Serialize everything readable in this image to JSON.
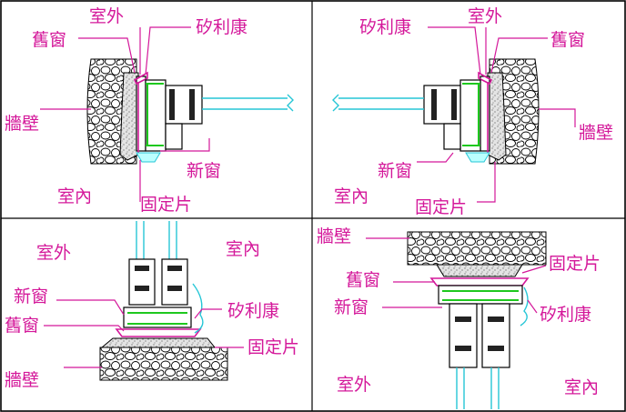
{
  "panels": [
    {
      "id": "top-left",
      "labels": {
        "outdoor": "室外",
        "indoor": "室內",
        "old_window": "舊窗",
        "wall": "牆壁",
        "silicone": "矽利康",
        "new_window": "新窗",
        "fixing_piece": "固定片"
      }
    },
    {
      "id": "top-right",
      "labels": {
        "outdoor": "室外",
        "indoor": "室內",
        "old_window": "舊窗",
        "wall": "牆壁",
        "silicone": "矽利康",
        "new_window": "新窗",
        "fixing_piece": "固定片"
      }
    },
    {
      "id": "bottom-left",
      "labels": {
        "outdoor": "室外",
        "indoor": "室內",
        "old_window": "舊窗",
        "wall": "牆壁",
        "silicone": "矽利康",
        "new_window": "新窗",
        "fixing_piece": "固定片"
      }
    },
    {
      "id": "bottom-right",
      "labels": {
        "outdoor": "室外",
        "indoor": "室內",
        "old_window": "舊窗",
        "wall": "牆壁",
        "silicone": "矽利康",
        "new_window": "新窗",
        "fixing_piece": "固定片"
      }
    }
  ],
  "colors": {
    "label": "#d4189a",
    "glass": "#26c6d6",
    "new_frame_accent": "#1ec81e",
    "old_frame_accent": "#d4189a"
  }
}
